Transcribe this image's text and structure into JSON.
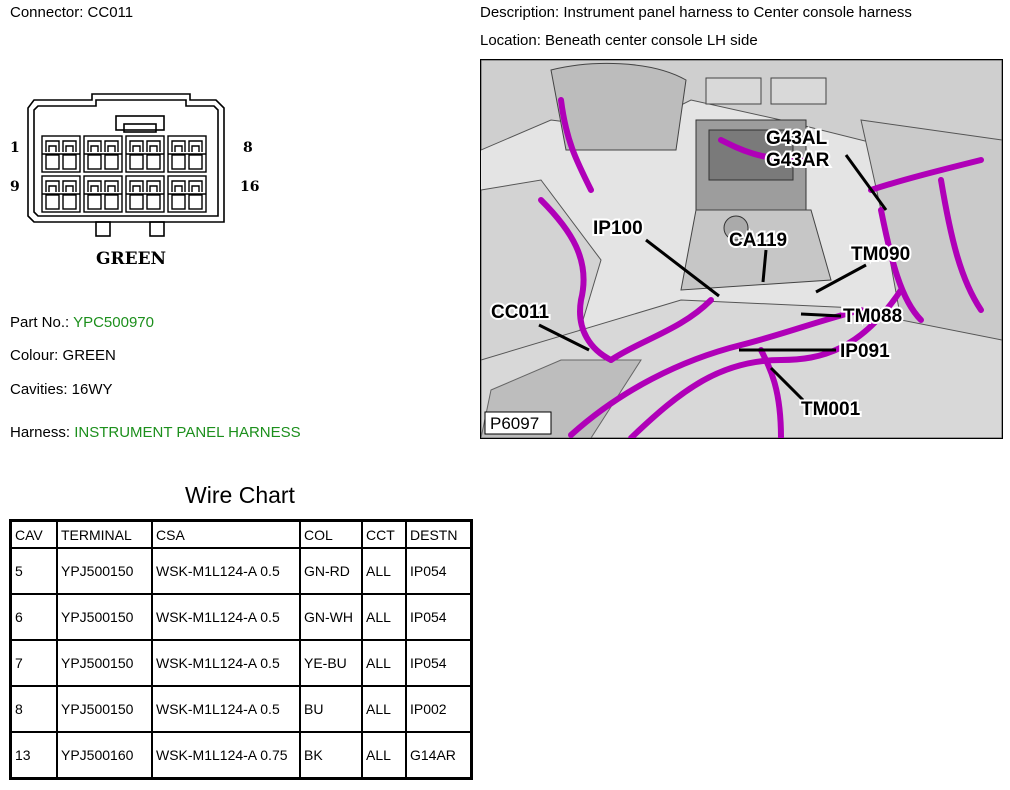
{
  "connector": "Connector: CC011",
  "description": "Description: Instrument panel harness to Center console harness",
  "location": "Location: Beneath center console LH side",
  "drawing": {
    "pin_1": "1",
    "pin_8": "8",
    "pin_9": "9",
    "pin_16": "16",
    "colour_label": "GREEN"
  },
  "details": {
    "part_label": "Part No.:",
    "part_value": "YPC500970",
    "colour": "Colour: GREEN",
    "cavities": "Cavities: 16WY",
    "harness_label": "Harness:",
    "harness_value": "INSTRUMENT PANEL HARNESS"
  },
  "photo": {
    "ref": "P6097",
    "callouts": [
      "G43AL",
      "G43AR",
      "IP100",
      "CA119",
      "TM090",
      "CC011",
      "TM088",
      "IP091",
      "TM001"
    ],
    "harness_color": "#b000b8"
  },
  "wire_chart": {
    "title": "Wire Chart",
    "headers": [
      "CAV",
      "TERMINAL",
      "CSA",
      "COL",
      "CCT",
      "DESTN"
    ],
    "rows": [
      [
        "5",
        "YPJ500150",
        "WSK-M1L124-A 0.5",
        "GN-RD",
        "ALL",
        "IP054"
      ],
      [
        "6",
        "YPJ500150",
        "WSK-M1L124-A 0.5",
        "GN-WH",
        "ALL",
        "IP054"
      ],
      [
        "7",
        "YPJ500150",
        "WSK-M1L124-A 0.5",
        "YE-BU",
        "ALL",
        "IP054"
      ],
      [
        "8",
        "YPJ500150",
        "WSK-M1L124-A 0.5",
        "BU",
        "ALL",
        "IP002"
      ],
      [
        "13",
        "YPJ500160",
        "WSK-M1L124-A 0.75",
        "BK",
        "ALL",
        "G14AR"
      ]
    ]
  }
}
